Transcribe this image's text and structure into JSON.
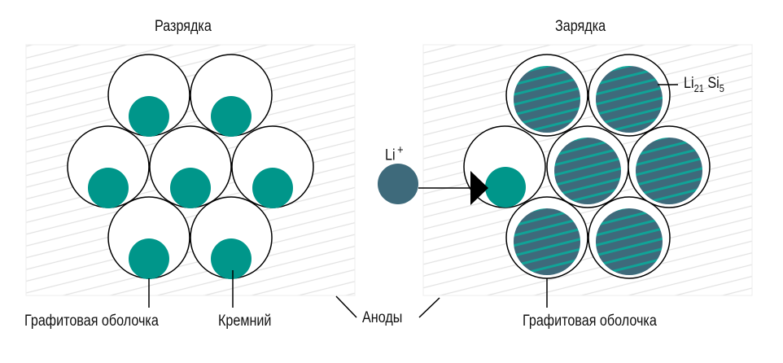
{
  "titles": {
    "discharge": "Разрядка",
    "charge": "Зарядка"
  },
  "labels": {
    "graphite_shell_left": "Графитовая оболочка",
    "silicon": "Кремний",
    "anodes": "Аноды",
    "graphite_shell_right": "Графитовая оболочка",
    "li_ion": "Li",
    "li_ion_charge": "+",
    "alloy_li": "Li",
    "alloy_li_sub": "21",
    "alloy_si": "Si",
    "alloy_si_sub": "5"
  },
  "colors": {
    "silicon": "#00968a",
    "lithiated": "#3e6a7b",
    "stripe": "#11a397",
    "hatch": "#e4e4e4"
  }
}
